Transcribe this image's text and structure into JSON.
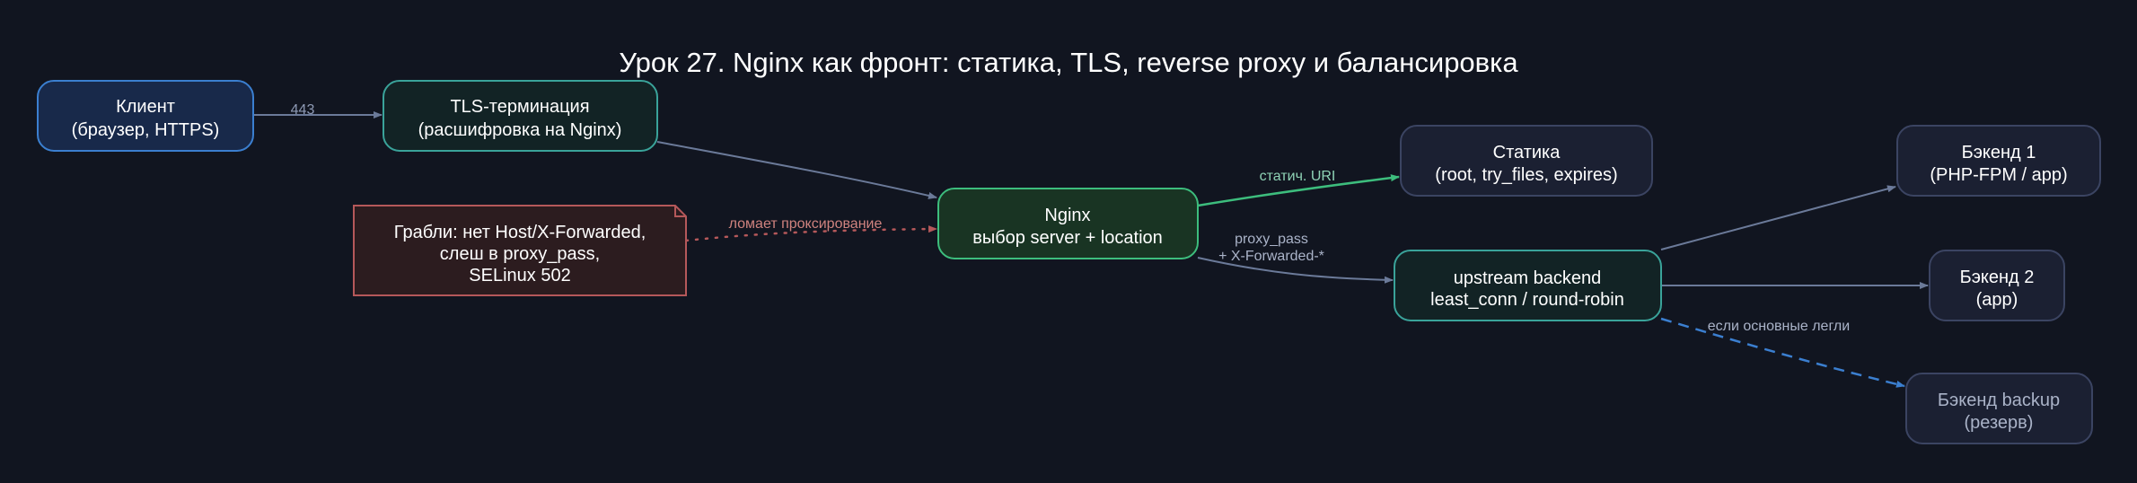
{
  "title": "Урок 27. Nginx как фронт: статика, TLS, reverse proxy и балансировка",
  "colors": {
    "background": "#111520",
    "edge_default": "#6b7a99",
    "edge_static": "#3dbd7d",
    "edge_backup": "#3b7fd0",
    "edge_warning": "#b5585a"
  },
  "nodes": {
    "client": {
      "line1": "Клиент",
      "line2": "(браузер, HTTPS)"
    },
    "tls": {
      "line1": "TLS-терминация",
      "line2": "(расшифровка на Nginx)"
    },
    "nginx": {
      "line1": "Nginx",
      "line2": "выбор server + location"
    },
    "static": {
      "line1": "Статика",
      "line2": "(root, try_files, expires)"
    },
    "upstream": {
      "line1": "upstream backend",
      "line2": "least_conn / round-robin"
    },
    "backend1": {
      "line1": "Бэкенд 1",
      "line2": "(PHP-FPM / app)"
    },
    "backend2": {
      "line1": "Бэкенд 2",
      "line2": "(app)"
    },
    "backup": {
      "line1": "Бэкенд backup",
      "line2": "(резерв)"
    },
    "pitfalls": {
      "line1": "Грабли: нет Host/X-Forwarded,",
      "line2": "слеш в proxy_pass,",
      "line3": "SELinux 502"
    }
  },
  "edges": {
    "client_tls": "443",
    "nginx_static": "статич. URI",
    "nginx_upstream_line1": "proxy_pass",
    "nginx_upstream_line2": "+ X-Forwarded-*",
    "pitfalls_nginx": "ломает проксирование",
    "upstream_backup": "если основные легли"
  }
}
